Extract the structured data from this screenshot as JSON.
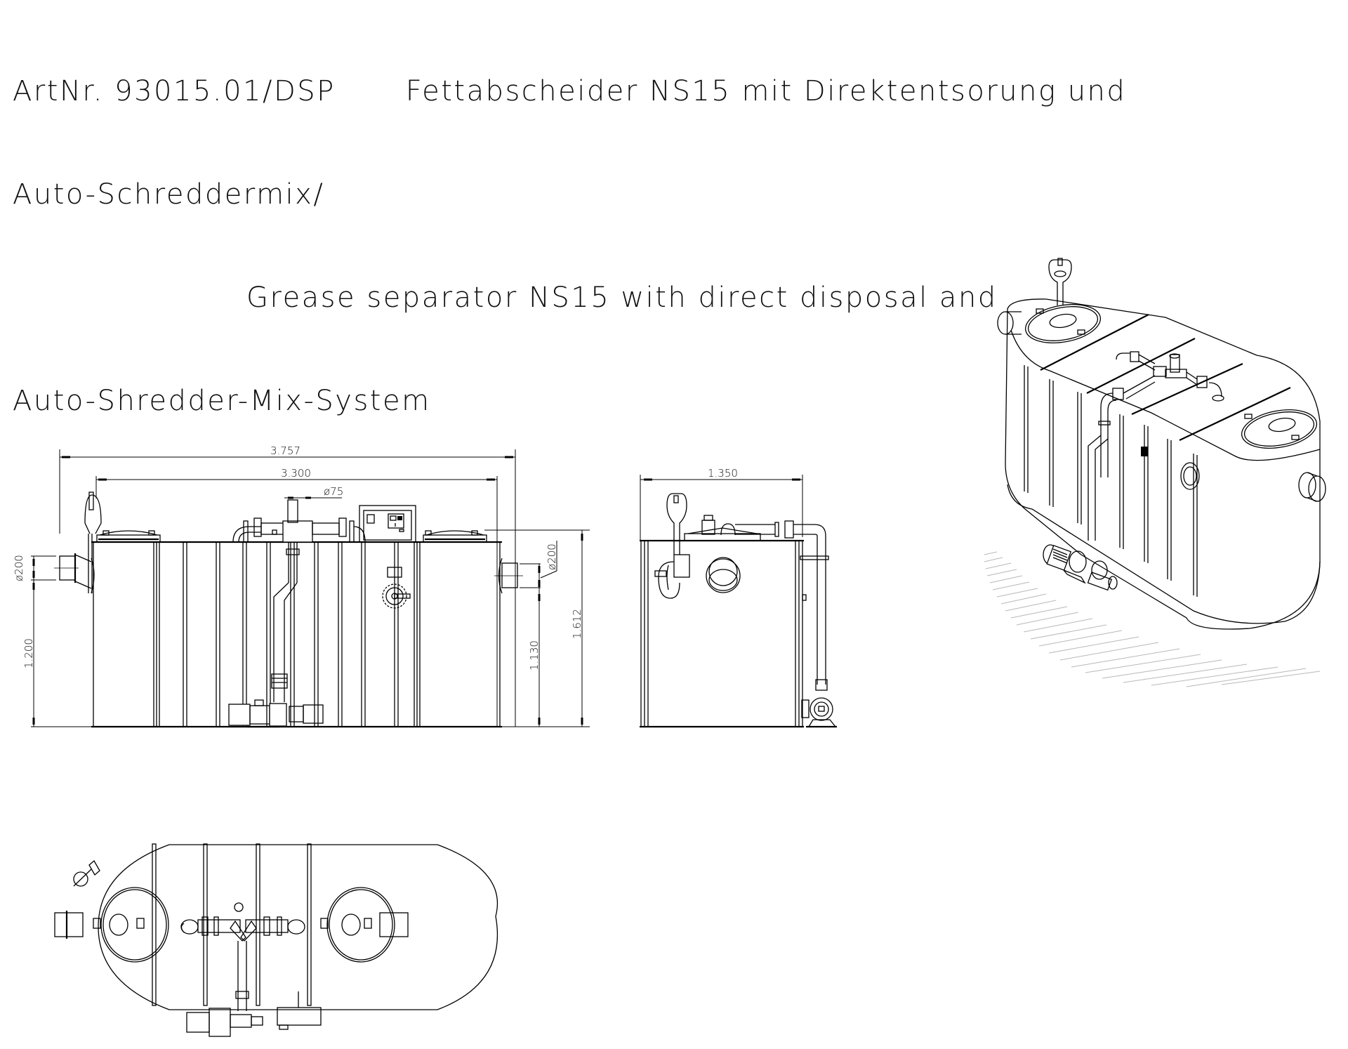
{
  "title": {
    "article_number": "ArtNr. 93015.01/DSP",
    "title_de_part1": "Fettabscheider NS15 mit Direktentsorung und",
    "title_de_part2": "Auto-Schreddermix/",
    "title_en_part1": "Grease separator NS15 with direct disposal and",
    "title_en_part2": "Auto-Shredder-Mix-System"
  },
  "front_view": {
    "dim_overall_length": "3.757",
    "dim_tank_length": "3.300",
    "dim_pipe_diameter": "ø75",
    "dim_inlet_diameter": "ø200",
    "dim_outlet_diameter": "ø200",
    "dim_inlet_height": "1.200",
    "dim_outlet_height": "1.130",
    "dim_total_height": "1.612"
  },
  "side_view": {
    "dim_width": "1.350"
  },
  "views": {
    "front": "front-elevation",
    "side": "side-elevation",
    "plan": "plan-view",
    "iso": "isometric-view"
  }
}
